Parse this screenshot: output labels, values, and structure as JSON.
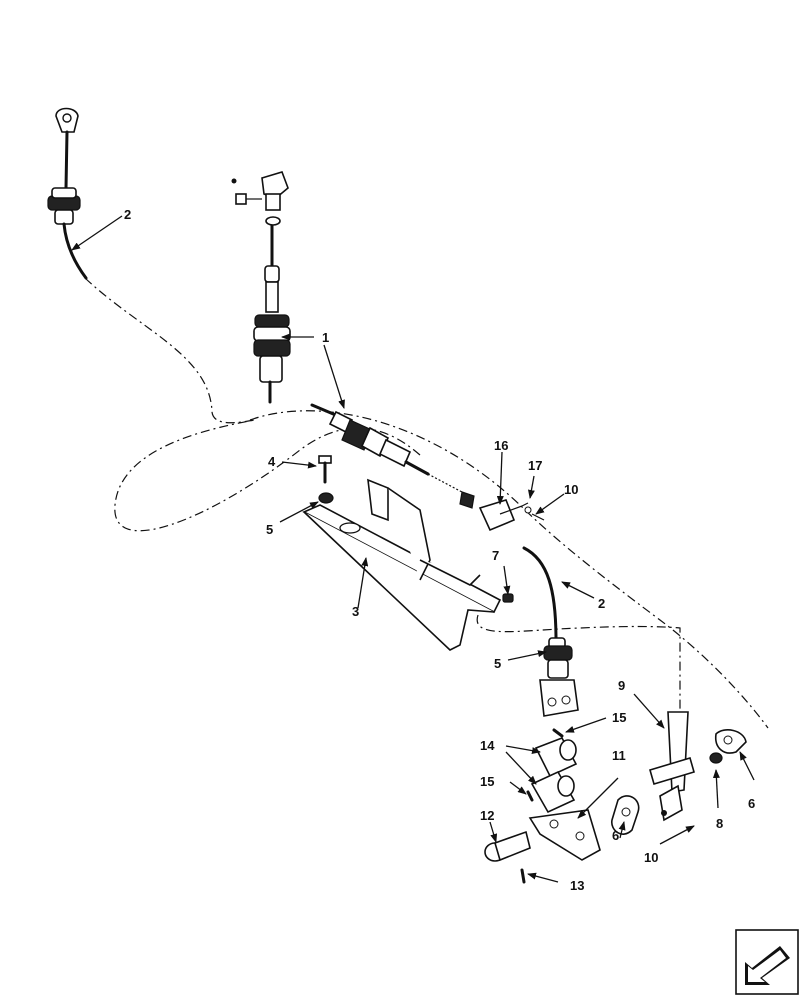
{
  "callouts": [
    {
      "id": "c1",
      "label": "1"
    },
    {
      "id": "c2a",
      "label": "2"
    },
    {
      "id": "c2b",
      "label": "2"
    },
    {
      "id": "c3",
      "label": "3"
    },
    {
      "id": "c4",
      "label": "4"
    },
    {
      "id": "c5a",
      "label": "5"
    },
    {
      "id": "c5b",
      "label": "5"
    },
    {
      "id": "c6a",
      "label": "6"
    },
    {
      "id": "c6b",
      "label": "6"
    },
    {
      "id": "c7",
      "label": "7"
    },
    {
      "id": "c8",
      "label": "8"
    },
    {
      "id": "c9",
      "label": "9"
    },
    {
      "id": "c10a",
      "label": "10"
    },
    {
      "id": "c10b",
      "label": "10"
    },
    {
      "id": "c11",
      "label": "11"
    },
    {
      "id": "c12",
      "label": "12"
    },
    {
      "id": "c13",
      "label": "13"
    },
    {
      "id": "c14",
      "label": "14"
    },
    {
      "id": "c15a",
      "label": "15"
    },
    {
      "id": "c15b",
      "label": "15"
    },
    {
      "id": "c16",
      "label": "16"
    },
    {
      "id": "c17",
      "label": "17"
    }
  ],
  "icons": {
    "nav": "arrow-left-down-icon",
    "marker": "arrowhead-icon"
  }
}
